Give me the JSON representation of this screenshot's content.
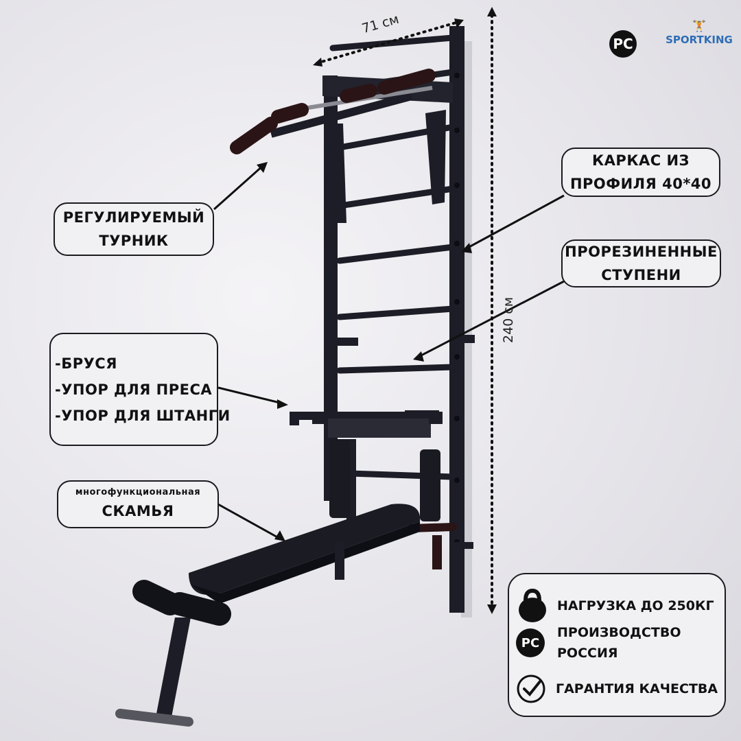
{
  "brand": {
    "name": "SPORTKING"
  },
  "dimensions": {
    "width": "71 см",
    "height": "240 см"
  },
  "callouts": {
    "adjustable_bar": [
      "РЕГУЛИРУЕМЫЙ",
      "ТУРНИК"
    ],
    "frame": [
      "КАРКАС ИЗ",
      "ПРОФИЛЯ 40*40"
    ],
    "rubber_steps": [
      "ПРОРЕЗИНЕННЫЕ",
      "СТУПЕНИ"
    ],
    "attachments": [
      "-БРУСЯ",
      "-УПОР ДЛЯ ПРЕСА",
      "-УПОР ДЛЯ ШТАНГИ"
    ],
    "bench": [
      "многофункциональная",
      "СКАМЬЯ"
    ]
  },
  "features": {
    "load": "НАГРУЗКА ДО 250КГ",
    "production": [
      "ПРОИЗВОДСТВО",
      "РОССИЯ"
    ],
    "guarantee": "ГАРАНТИЯ КАЧЕСТВА"
  },
  "colors": {
    "frame": "#1c1d26",
    "accent": "#5a1e22",
    "background": "#e9e8ec",
    "brand_blue": "#2f6db5"
  }
}
